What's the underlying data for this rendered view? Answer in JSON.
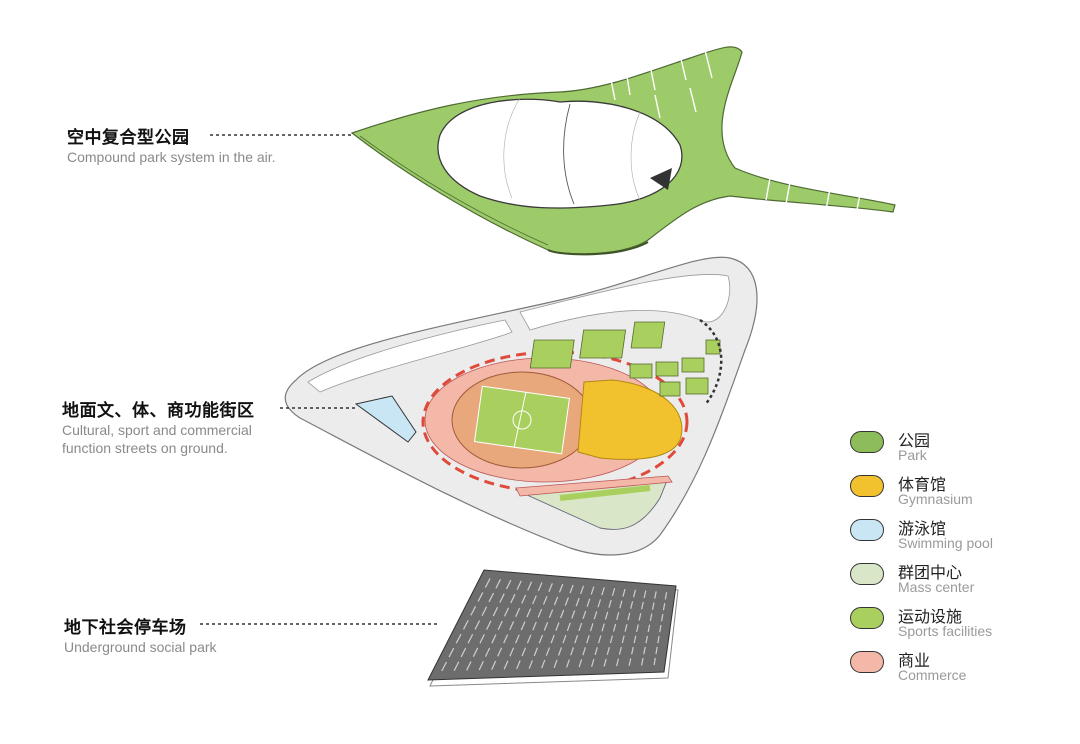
{
  "layers": [
    {
      "zh": "空中复合型公园",
      "en": "Compound park system in the air."
    },
    {
      "zh": "地面文、体、商功能街区",
      "en": "Cultural, sport and commercial function streets on ground.",
      "en_lines": [
        "Cultural, sport and commercial",
        "function streets on ground."
      ]
    },
    {
      "zh": "地下社会停车场",
      "en": "Underground social park"
    }
  ],
  "legend": [
    {
      "zh": "公园",
      "en": "Park",
      "color": "#8cbd5a"
    },
    {
      "zh": "体育馆",
      "en": "Gymnasium",
      "color": "#f2c12e"
    },
    {
      "zh": "游泳馆",
      "en": "Swimming pool",
      "color": "#c9e6f5"
    },
    {
      "zh": "群团中心",
      "en": "Mass center",
      "color": "#d9e6c8"
    },
    {
      "zh": "运动设施",
      "en": "Sports facilities",
      "color": "#a9cf5e"
    },
    {
      "zh": "商业",
      "en": "Commerce",
      "color": "#f4b8a8"
    }
  ]
}
